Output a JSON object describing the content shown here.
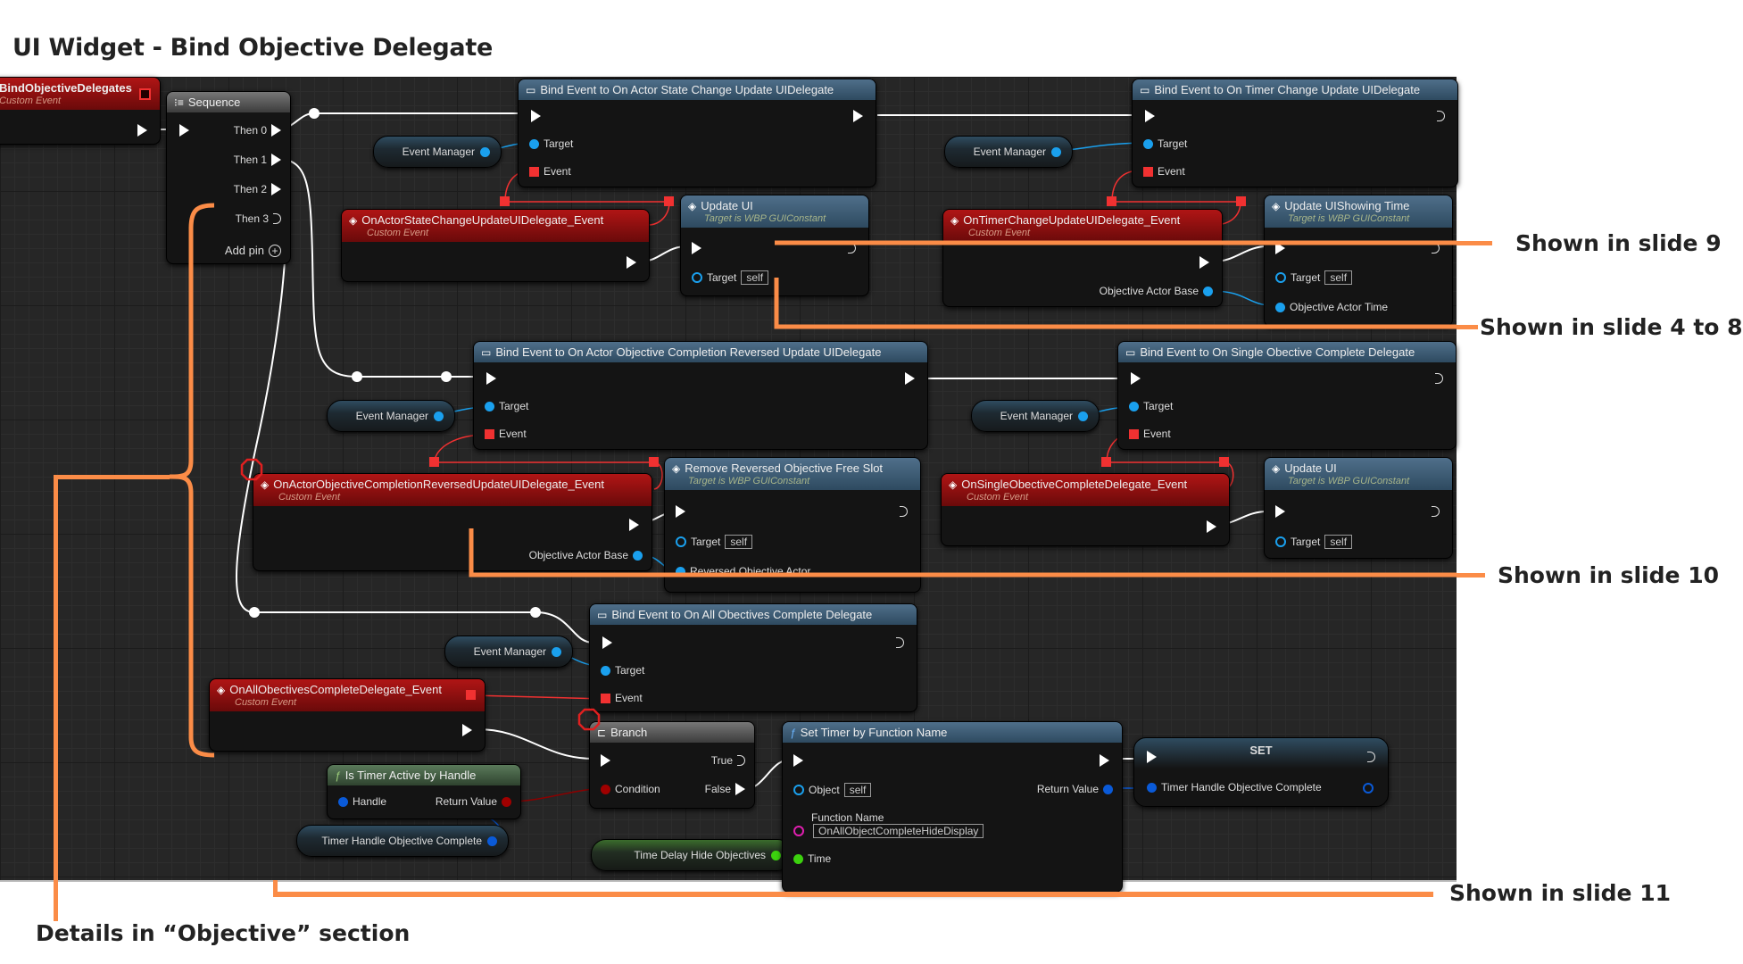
{
  "page": {
    "title": "UI Widget - Bind Objective Delegate"
  },
  "colors": {
    "accent_orange": "#fb8c47",
    "exec_wire": "#ffffff",
    "delegate_red": "#f13131",
    "object_blue": "#1aa0ee",
    "float_green": "#3cd10e",
    "bool_red": "#a00000"
  },
  "nodes": {
    "bind_objective_delegates": {
      "title": "BindObjectiveDelegates",
      "subtitle": "Custom Event"
    },
    "sequence": {
      "title": "Sequence",
      "pins": [
        "Then 0",
        "Then 1",
        "Then 2",
        "Then 3"
      ],
      "add_pin": "Add pin"
    },
    "bind_actor_state": {
      "title": "Bind Event to On Actor State Change Update UIDelegate",
      "target": "Target",
      "event": "Event"
    },
    "event_manager": {
      "label": "Event Manager"
    },
    "on_actor_state_event": {
      "title": "OnActorStateChangeUpdateUIDelegate_Event",
      "subtitle": "Custom Event"
    },
    "update_ui_1": {
      "title": "Update UI",
      "subtitle": "Target is WBP GUIConstant",
      "target": "Target",
      "self": "self"
    },
    "bind_timer_change": {
      "title": "Bind Event to On Timer Change Update UIDelegate",
      "target": "Target",
      "event": "Event"
    },
    "on_timer_change_event": {
      "title": "OnTimerChangeUpdateUIDelegate_Event",
      "subtitle": "Custom Event",
      "out_pin": "Objective Actor Base"
    },
    "update_ui_showing_time": {
      "title": "Update UIShowing Time",
      "subtitle": "Target is WBP GUIConstant",
      "target": "Target",
      "self": "self",
      "param": "Objective Actor Time"
    },
    "bind_completion_reversed": {
      "title": "Bind Event to On Actor Objective Completion Reversed Update UIDelegate",
      "target": "Target",
      "event": "Event"
    },
    "on_completion_reversed_event": {
      "title": "OnActorObjectiveCompletionReversedUpdateUIDelegate_Event",
      "subtitle": "Custom Event",
      "out_pin": "Objective Actor Base"
    },
    "remove_reversed_slot": {
      "title": "Remove Reversed Objective Free Slot",
      "subtitle": "Target is WBP GUIConstant",
      "target": "Target",
      "self": "self",
      "param": "Reversed Objective Actor"
    },
    "bind_single_complete": {
      "title": "Bind Event to On Single Obective Complete Delegate",
      "target": "Target",
      "event": "Event"
    },
    "on_single_complete_event": {
      "title": "OnSingleObectiveCompleteDelegate_Event",
      "subtitle": "Custom Event"
    },
    "update_ui_2": {
      "title": "Update UI",
      "subtitle": "Target is WBP GUIConstant",
      "target": "Target",
      "self": "self"
    },
    "bind_all_complete": {
      "title": "Bind Event to On All Obectives Complete Delegate",
      "target": "Target",
      "event": "Event"
    },
    "on_all_complete_event": {
      "title": "OnAllObectivesCompleteDelegate_Event",
      "subtitle": "Custom Event"
    },
    "branch": {
      "title": "Branch",
      "condition": "Condition",
      "true": "True",
      "false": "False"
    },
    "is_timer_active": {
      "title": "Is Timer Active by Handle",
      "handle": "Handle",
      "return": "Return Value"
    },
    "timer_handle_var": {
      "label": "Timer Handle Objective Complete"
    },
    "time_delay_var": {
      "label": "Time Delay Hide Objectives"
    },
    "set_timer": {
      "title": "Set Timer by Function Name",
      "object": "Object",
      "self": "self",
      "function_name_label": "Function Name",
      "function_name_value": "OnAllObjectCompleteHideDisplay",
      "time": "Time",
      "return": "Return Value"
    },
    "set_node": {
      "title": "SET",
      "var": "Timer Handle Objective Complete"
    }
  },
  "annotations": {
    "slide9": "Shown in slide 9",
    "slide4to8": "Shown in slide 4 to 8",
    "slide10": "Shown in slide 10",
    "slide11": "Shown in slide 11",
    "objective_section": "Details in “Objective” section"
  }
}
